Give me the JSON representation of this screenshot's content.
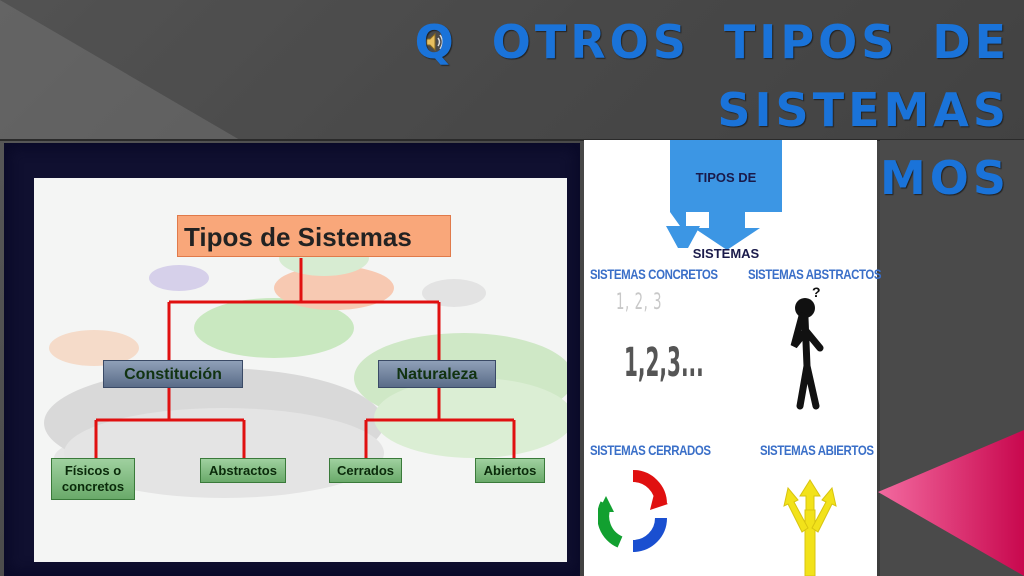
{
  "slide": {
    "title": "Q OTROS TIPOS DE SISTEMAS CONOCEMOS"
  },
  "diagram": {
    "root": "Tipos de Sistemas",
    "categories": [
      "Constitución",
      "Naturaleza"
    ],
    "leaves": [
      "Físicos o concretos",
      "Abstractos",
      "Cerrados",
      "Abiertos"
    ]
  },
  "infographic": {
    "header": "TIPOS DE SISTEMAS",
    "labels": [
      "SISTEMAS CONCRETOS",
      "SISTEMAS ABSTRACTOS",
      "SISTEMAS CERRADOS",
      "SISTEMAS ABIERTOS"
    ],
    "numbers_small": "1, 2, 3",
    "numbers_big": "1,2,3...",
    "question_mark": "?"
  },
  "colors": {
    "title": "#1a73d9",
    "connector": "#e01010",
    "accent_pink": "#e8186a",
    "header_blue": "#3c96e4"
  },
  "icons": [
    "speaker-icon",
    "thinking-person-icon",
    "cycle-arrows-icon",
    "trident-arrows-icon"
  ]
}
